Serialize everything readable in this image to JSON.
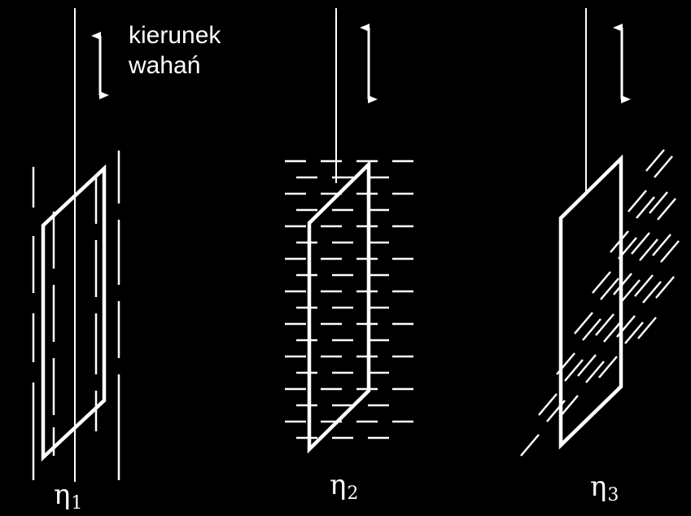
{
  "caption": {
    "line1": "kierunek",
    "line2": "wahań"
  },
  "panels": [
    {
      "symbol": "η",
      "index": "1",
      "pattern": "vertical"
    },
    {
      "symbol": "η",
      "index": "2",
      "pattern": "horizontal"
    },
    {
      "symbol": "η",
      "index": "3",
      "pattern": "diagonal"
    }
  ],
  "colors": {
    "background": "#000000",
    "stroke": "#ffffff"
  }
}
